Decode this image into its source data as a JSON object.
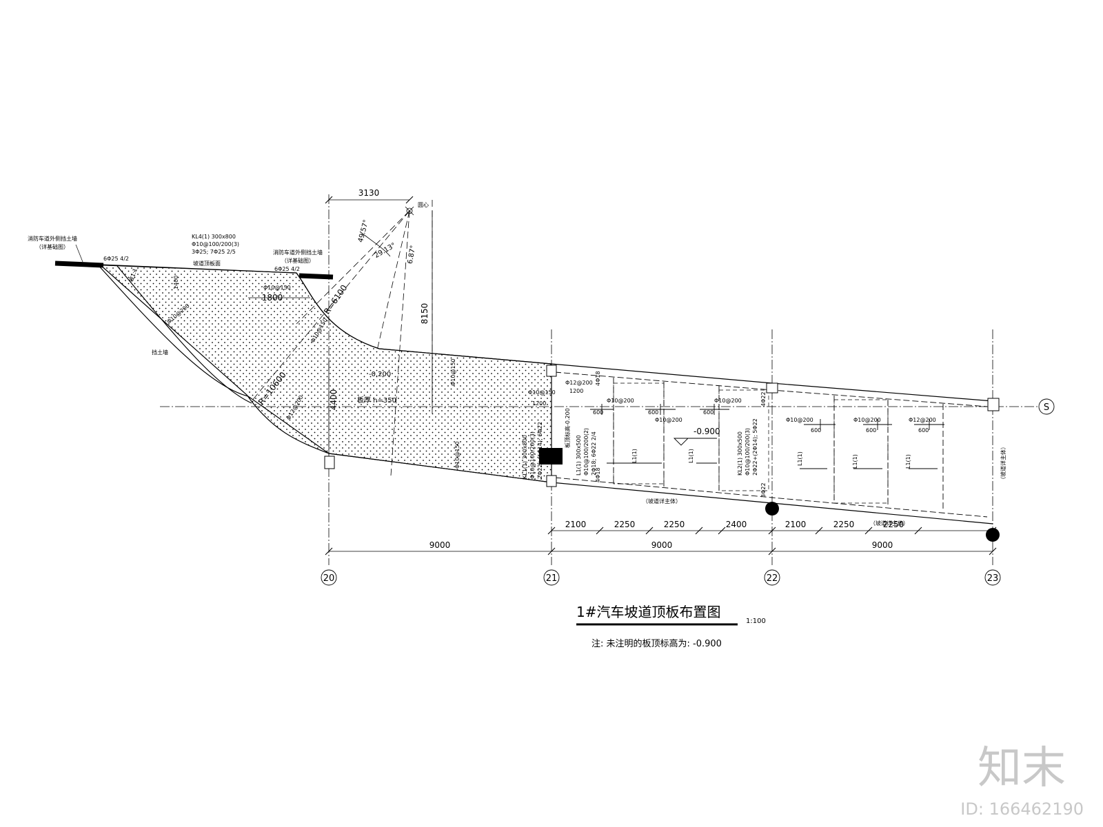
{
  "title": "1#汽车坡道顶板布置图",
  "scale": "1:100",
  "note": "注: 未注明的板顶标高为: -0.900",
  "watermark": {
    "logo_text": "知末",
    "id_text": "ID: 166462190"
  },
  "axes": {
    "vertical": [
      "20",
      "21",
      "22",
      "23"
    ],
    "horizontal": [
      "S"
    ]
  },
  "dimensions": {
    "bays": [
      "9000",
      "9000",
      "9000"
    ],
    "subdivisions": [
      "2100",
      "2250",
      "2250",
      "2400",
      "2100",
      "2250",
      "2250"
    ],
    "top_offset": "3130",
    "height": "8150",
    "radius_outer": "R=10600",
    "radius_inner": "R=6100",
    "vertical_4400": "4400",
    "width_1800": "1800",
    "angles": [
      "49.57°",
      "29.13°",
      "6.87°"
    ]
  },
  "labels": {
    "circle_center": "圆心",
    "fire_wall_left": "消防车道外侧挡土墙",
    "fire_wall_left_note": "（详基础图）",
    "fire_wall_right": "消防车道外侧挡土墙",
    "fire_wall_right_note": "（详基础图）",
    "retaining_wall": "挡土墙",
    "ramp_slab": "坡道顶板面",
    "kl4": [
      "KL4(1) 300x800",
      "Φ10@100/200(3)",
      "3Φ25; 7Φ25 2/5"
    ],
    "rebar_top_left": "6Φ25 4/2",
    "rebar_top_right": "6Φ25 4/2",
    "slab_thickness": "板厚 h=350",
    "elev_02": "-0.200",
    "elev_09": "-0.900",
    "elev_edge": "板顶标高-0.200",
    "beam_l1_main": [
      "L1(1) 300x500",
      "Φ10@100/200(2)",
      "2Φ18; 6Φ22 2/4"
    ],
    "beam_kl1": [
      "KL1(1) 300x800",
      "Φ10@100/200(3)",
      "2Φ22+(4Φ14); 6Φ22"
    ],
    "beam_kl2": [
      "KL2(1) 300x500",
      "Φ10@100/200(3)",
      "2Φ22+(2Φ14); 5Φ22"
    ],
    "beam_l1": "L1(1)",
    "rebar_200": "Φ10@200",
    "rebar_12_200": "Φ12@200",
    "rebar_150": "Φ10@150",
    "rebar_100_1": "Φ10@150",
    "span_600": "600",
    "span_1200": "1200",
    "span_1400": "1400",
    "span_1800": "1800",
    "mark_4418": "4Φ18",
    "mark_4422": "4Φ22",
    "mark_3422": "3Φ22",
    "ramp_main": "（坡道详主体）",
    "ramp_main2": "（坡道详主体）",
    "side_note": "（坡道详主体）",
    "slope_1_1": "坡1:1"
  }
}
